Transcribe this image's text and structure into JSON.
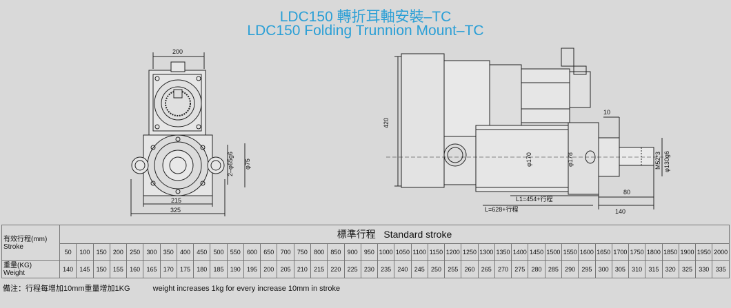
{
  "title": {
    "zh": "LDC150 轉折耳軸安裝–TC",
    "en": "LDC150 Folding Trunnion Mount–TC"
  },
  "drawing": {
    "dims": {
      "d200": "200",
      "d215": "215",
      "d325": "325",
      "d420": "420",
      "d10": "10",
      "d80": "80",
      "d140": "140",
      "d_pin": "2–φ65g6",
      "d_phi75": "φ75",
      "d_phi170": "φ170",
      "d_phi178": "φ178",
      "d_m52": "M52*3",
      "d_phi130": "φ130g6",
      "l1": "L1=454+行程",
      "l": "L=628+行程"
    }
  },
  "table": {
    "stroke_label_zh": "有效行程(mm)",
    "stroke_label_en": "Stroke",
    "header_zh": "標準行程",
    "header_en": "Standard stroke",
    "weight_label_zh": "重量(KG)",
    "weight_label_en": "Weight",
    "strokes": [
      "50",
      "100",
      "150",
      "200",
      "250",
      "300",
      "350",
      "400",
      "450",
      "500",
      "550",
      "600",
      "650",
      "700",
      "750",
      "800",
      "850",
      "900",
      "950",
      "1000",
      "1050",
      "1100",
      "1150",
      "1200",
      "1250",
      "1300",
      "1350",
      "1400",
      "1450",
      "1500",
      "1550",
      "1600",
      "1650",
      "1700",
      "1750",
      "1800",
      "1850",
      "1900",
      "1950",
      "2000"
    ],
    "weights": [
      "140",
      "145",
      "150",
      "155",
      "160",
      "165",
      "170",
      "175",
      "180",
      "185",
      "190",
      "195",
      "200",
      "205",
      "210",
      "215",
      "220",
      "225",
      "230",
      "235",
      "240",
      "245",
      "250",
      "255",
      "260",
      "265",
      "270",
      "275",
      "280",
      "285",
      "290",
      "295",
      "300",
      "305",
      "310",
      "315",
      "320",
      "325",
      "330",
      "335"
    ]
  },
  "note": {
    "zh": "備注：行程每增加10mm重量增加1KG",
    "en": "weight increases 1kg for every increase 10mm in stroke"
  }
}
